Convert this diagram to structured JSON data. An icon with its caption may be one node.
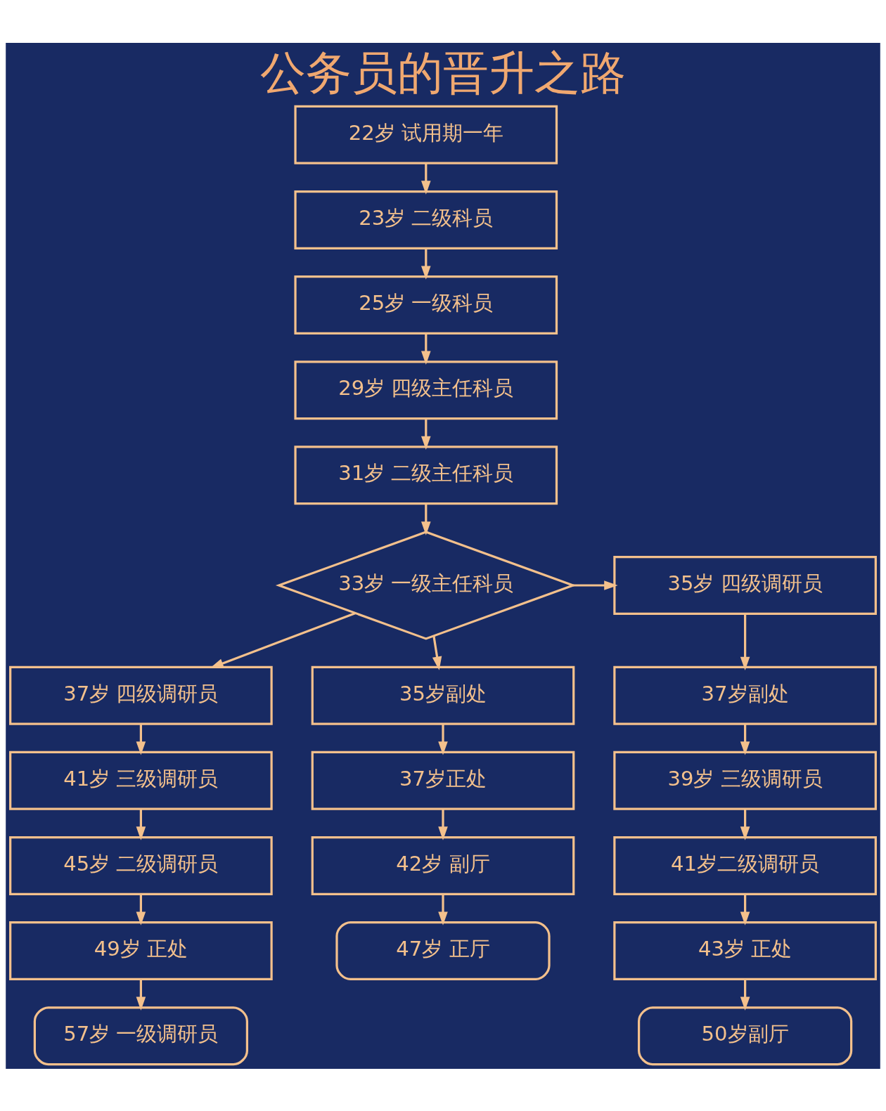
{
  "diagram": {
    "title": "公务员的晋升之路",
    "nodes": [
      {
        "text": [
          "22岁 试用期一年"
        ]
      },
      {
        "text": [
          "23岁 二级科员"
        ]
      },
      {
        "text": [
          "25岁 一级科员"
        ]
      },
      {
        "text": [
          "29岁 四级主任科员"
        ]
      },
      {
        "text": [
          "31岁 二级主任科员"
        ]
      },
      {
        "text": [
          "33岁 一级主任科员"
        ]
      },
      {
        "text": [
          "37岁 四级调研员"
        ]
      },
      {
        "text": [
          "41岁 三级调研员"
        ]
      },
      {
        "text": [
          "45岁 二级调研员"
        ]
      },
      {
        "text": [
          "49岁 正处"
        ]
      },
      {
        "text": [
          "57岁 一级调研员"
        ]
      },
      {
        "text": [
          "35岁副处"
        ]
      },
      {
        "text": [
          "37岁正处"
        ]
      },
      {
        "text": [
          "42岁 副厅"
        ]
      },
      {
        "text": [
          "47岁 正厅"
        ]
      },
      {
        "text": [
          "35岁 四级调研员"
        ]
      },
      {
        "text": [
          "37岁副处"
        ]
      },
      {
        "text": [
          "39岁 三级调研员"
        ]
      },
      {
        "text": [
          "41岁二级调研员"
        ]
      },
      {
        "text": [
          "43岁 正处"
        ]
      },
      {
        "text": [
          "50岁副厅"
        ]
      }
    ],
    "edges": [
      {
        "from": 0,
        "to": 1,
        "arrow": "to"
      },
      {
        "from": 1,
        "to": 2,
        "arrow": "to"
      },
      {
        "from": 2,
        "to": 3,
        "arrow": "to"
      },
      {
        "from": 3,
        "to": 4,
        "arrow": "to"
      },
      {
        "from": 4,
        "to": 5,
        "arrow": "to"
      },
      {
        "from": 5,
        "to": 6,
        "arrow": "to"
      },
      {
        "from": 5,
        "to": 11,
        "arrow": "to"
      },
      {
        "from": 5,
        "to": 15,
        "arrow": "to"
      },
      {
        "from": 6,
        "to": 7,
        "arrow": "to"
      },
      {
        "from": 7,
        "to": 8,
        "arrow": "to"
      },
      {
        "from": 8,
        "to": 9,
        "arrow": "to"
      },
      {
        "from": 9,
        "to": 10,
        "arrow": "to"
      },
      {
        "from": 11,
        "to": 12,
        "arrow": "to"
      },
      {
        "from": 12,
        "to": 13,
        "arrow": "to"
      },
      {
        "from": 13,
        "to": 14,
        "arrow": "to"
      },
      {
        "from": 15,
        "to": 16,
        "arrow": "to"
      },
      {
        "from": 16,
        "to": 17,
        "arrow": "to"
      },
      {
        "from": 17,
        "to": 18,
        "arrow": "to"
      },
      {
        "from": 18,
        "to": 19,
        "arrow": "to"
      },
      {
        "from": 19,
        "to": 20,
        "arrow": "to"
      }
    ]
  }
}
